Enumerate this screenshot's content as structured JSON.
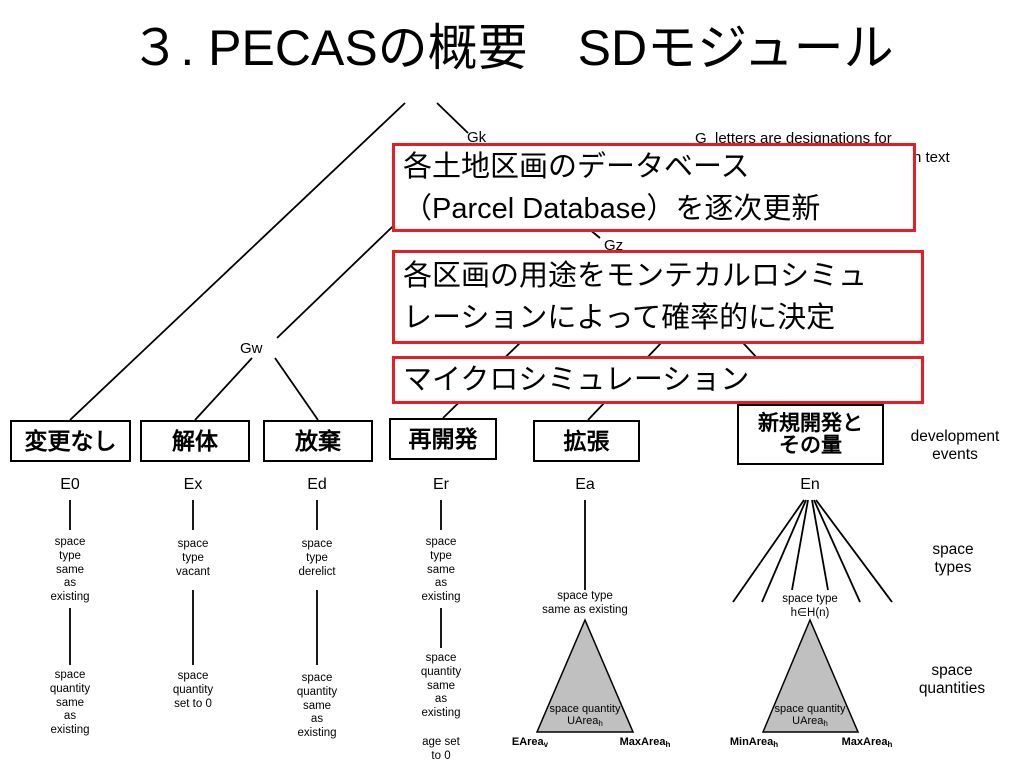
{
  "title": "３. PECASの概要　SDモジュール",
  "nodes": {
    "gk": "Gk",
    "gz": "Gz",
    "gw": "Gw"
  },
  "note": {
    "line1": "G  letters are designations for",
    "line2": "n text"
  },
  "callouts": [
    {
      "line1": "各土地区画のデータベース",
      "line2": "（Parcel Database）を逐次更新"
    },
    {
      "line1": "各区画の用途をモンテカルロシミュ",
      "line2": "レーションによって確率的に決定"
    },
    {
      "line1": "マイクロシミュレーション"
    }
  ],
  "events": [
    {
      "label": "変更なし",
      "code": "E0",
      "space_type": "space\ntype\nsame\nas\nexisting",
      "space_quantity": "space\nquantity\nsame\nas\nexisting"
    },
    {
      "label": "解体",
      "code": "Ex",
      "space_type": "space\ntype\nvacant",
      "space_quantity": "space\nquantity\nset to 0"
    },
    {
      "label": "放棄",
      "code": "Ed",
      "space_type": "space\ntype\nderelict",
      "space_quantity": "space\nquantity\nsame\nas\nexisting"
    },
    {
      "label": "再開発",
      "code": "Er",
      "space_type": "space\ntype\nsame\nas\nexisting",
      "space_quantity": "space\nquantity\nsame\nas\nexisting",
      "age": "age set\nto 0"
    },
    {
      "label": "拡張",
      "code": "Ea",
      "space_type": "space type\nsame as existing",
      "quantity_label": "space quantity",
      "quantity_var": "UArea",
      "quantity_sub": "h",
      "min_label": "EArea",
      "min_sub": "v",
      "max_label": "MaxArea",
      "max_sub": "h"
    },
    {
      "label": "新規開発と\nその量",
      "code": "En",
      "space_type": "space type\nh∈H(n)",
      "quantity_label": "space quantity",
      "quantity_var": "UArea",
      "quantity_sub": "h",
      "min_label": "MinArea",
      "min_sub": "h",
      "max_label": "MaxArea",
      "max_sub": "h"
    }
  ],
  "side_labels": {
    "events": "development\nevents",
    "types": "space\ntypes",
    "quantities": "space\nquantities"
  },
  "colors": {
    "callout_border": "#e41e26",
    "triangle_fill": "#c0c0c0",
    "text": "#000000"
  }
}
